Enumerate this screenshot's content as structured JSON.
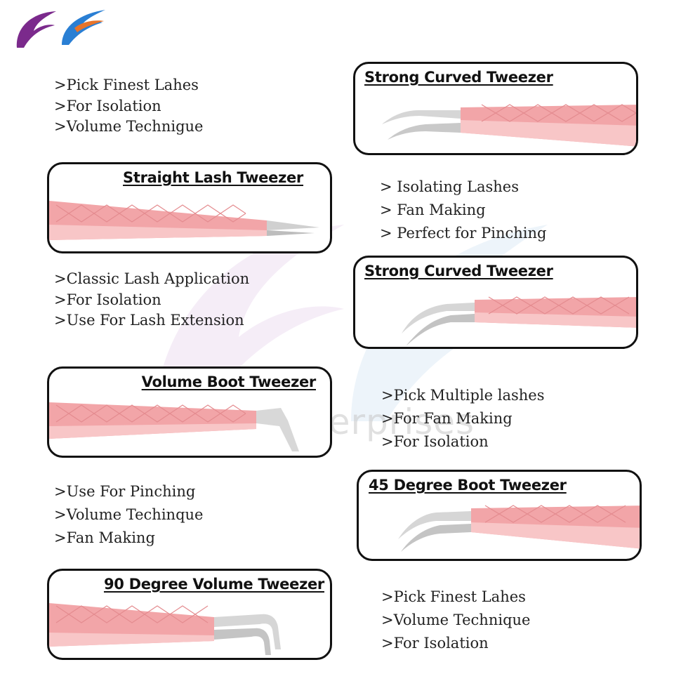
{
  "brand": {
    "watermark": "Bahasa Enterprises",
    "logo_colors": [
      "#7b2a8c",
      "#e8742a",
      "#2a7fd4"
    ]
  },
  "colors": {
    "handle_pink": "#f2a5a8",
    "handle_light": "#f8c6c7",
    "steel": "#d8d8d8",
    "border": "#111111"
  },
  "products": [
    {
      "title": "Strong Curved Tweezer",
      "features": [
        "> Isolating Lashes",
        "> Fan Making",
        "> Perfect for Pinching"
      ]
    },
    {
      "title": "Straight Lash Tweezer",
      "features": [
        ">Classic Lash Application",
        ">For Isolation",
        ">Use For Lash Extension"
      ]
    },
    {
      "title": "Strong Curved Tweezer",
      "features": [
        ">Pick Multiple lashes",
        ">For Fan Making",
        ">For Isolation"
      ]
    },
    {
      "title": "Volume Boot Tweezer",
      "features": [
        ">Use For Pinching",
        ">Volume Techinque",
        ">Fan Making"
      ]
    },
    {
      "title": "45 Degree Boot Tweezer",
      "features": [
        ">Pick Finest Lahes",
        ">Volume Technique",
        ">For Isolation"
      ]
    },
    {
      "title": "90 Degree Volume Tweezer",
      "features": []
    }
  ],
  "intro_features": [
    ">Pick Finest Lahes",
    ">For Isolation",
    ">Volume Technigue"
  ]
}
